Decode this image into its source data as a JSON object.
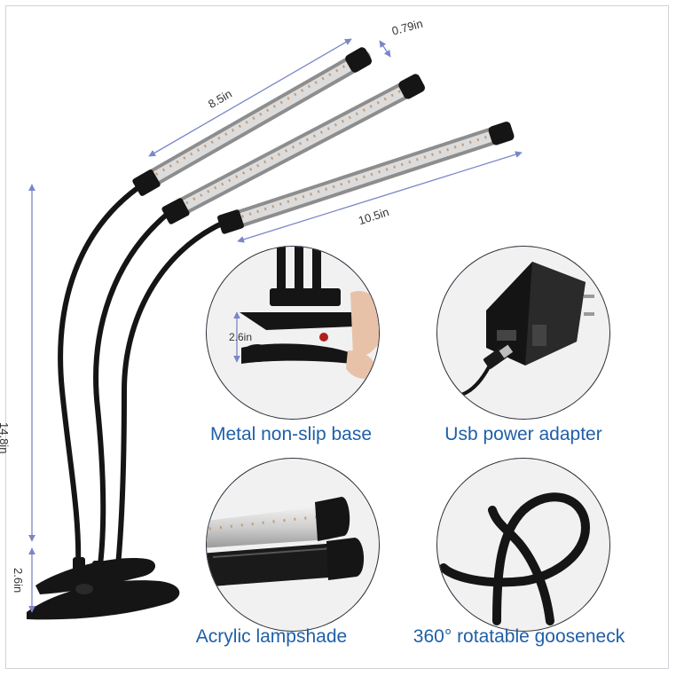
{
  "dimensions": {
    "tube_diameter": "0.79in",
    "tube_length_short": "8.5in",
    "tube_length_long": "10.5in",
    "total_height": "14.8in",
    "clip_height": "2.6in",
    "clip_opening": "2.6in"
  },
  "features": [
    {
      "caption": "Metal non-slip base"
    },
    {
      "caption": "Usb power adapter"
    },
    {
      "caption": "Acrylic lampshade"
    },
    {
      "caption": "360° rotatable gooseneck"
    }
  ],
  "colors": {
    "caption_blue": "#1f5fa8",
    "dimension_line": "#7a86c8",
    "lamp_black": "#151515",
    "circle_border": "#2b2f3a"
  }
}
